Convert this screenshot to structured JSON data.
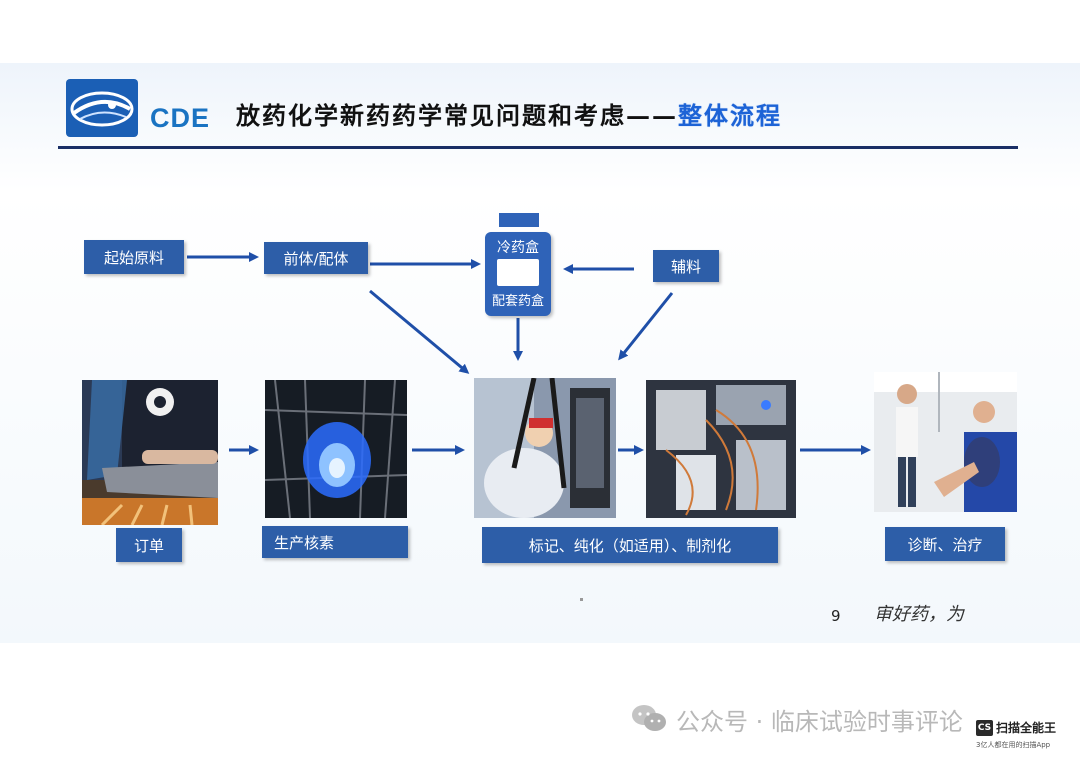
{
  "header": {
    "logo_text": "CDE",
    "title_main": "放药化学新药药学常见问题和考虑",
    "title_dash": "——",
    "title_highlight": "整体流程"
  },
  "flow": {
    "inputs": {
      "raw_material": "起始原料",
      "precursor_ligand": "前体/配体",
      "excipient": "辅料",
      "kit_top": "冷药盒",
      "kit_bottom": "配套药盒"
    },
    "stages": {
      "order": "订单",
      "production": "生产核素",
      "labeling": "标记、纯化（如适用）、制剂化",
      "diagnosis": "诊断、治疗"
    }
  },
  "footer": {
    "page_number": "9",
    "handwritten": "审好药，为"
  },
  "watermark": {
    "text": "公众号 · 临床试验时事评论",
    "app_badge": "CS",
    "app_name": "扫描全能王",
    "app_sub": "3亿人都在用的扫描App"
  },
  "colors": {
    "label_bg": "#2d5ea8",
    "arrow": "#1f4fa8",
    "title_highlight": "#1d63d6",
    "rule": "#1a2f66"
  }
}
